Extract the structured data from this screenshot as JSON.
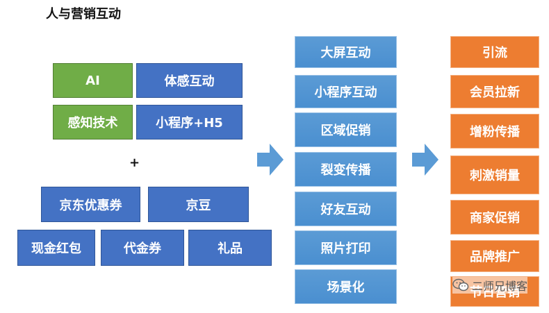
{
  "title": "人与营销互动",
  "plus": "+",
  "left": {
    "row1": [
      "AI",
      "体感互动"
    ],
    "row2": [
      "感知技术",
      "小程序+H5"
    ],
    "row3": [
      "京东优惠券",
      "京豆"
    ],
    "row4": [
      "现金红包",
      "代金券",
      "礼品"
    ]
  },
  "middle": [
    "大屏互动",
    "小程序互动",
    "区域促销",
    "裂变传播",
    "好友互动",
    "照片打印",
    "场景化"
  ],
  "right": [
    "引流",
    "会员拉新",
    "增粉传播",
    "刺激销量",
    "商家促销",
    "品牌推广",
    "节日营销"
  ],
  "watermark": "二师兄博客",
  "colors": {
    "blue": "#4472c4",
    "green": "#70ad47",
    "light_blue": "#5b9bd5",
    "orange": "#ed7d31",
    "arrow": "#5b9bd5"
  },
  "icons": {
    "arrows": "arrow-right-icon",
    "watermark": "wechat-icon"
  }
}
